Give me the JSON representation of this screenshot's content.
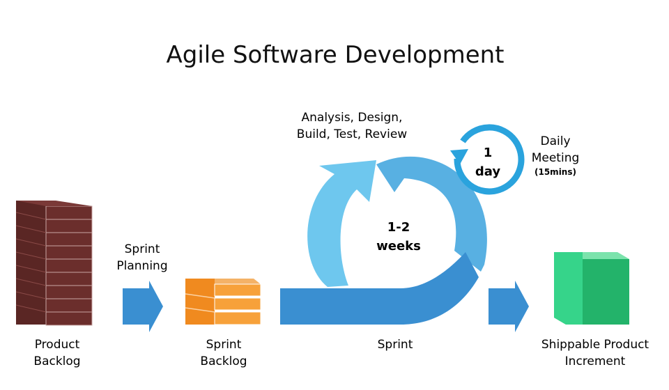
{
  "title": "Agile Software Development",
  "steps": {
    "product_backlog": [
      "Product",
      "Backlog"
    ],
    "sprint_planning": [
      "Sprint",
      "Planning"
    ],
    "sprint_backlog": [
      "Sprint",
      "Backlog"
    ],
    "sprint": "Sprint",
    "shippable": [
      "Shippable Product",
      "Increment"
    ]
  },
  "cycle": {
    "activities": [
      "Analysis, Design,",
      "Build, Test, Review"
    ],
    "duration": [
      "1-2",
      "weeks"
    ]
  },
  "daily": {
    "cycle": [
      "1",
      "day"
    ],
    "label": [
      "Daily",
      "Meeting"
    ],
    "sub": "(15mins)"
  },
  "colors": {
    "backlog_front": "#6b2e2c",
    "backlog_side": "#4a1f1e",
    "arrow_blue": "#3a8fd1",
    "sprint_backlog": "#f7a13a",
    "cycle_light": "#6ec7ee",
    "cycle_mid": "#58b0e2",
    "daily": "#2aa3dd",
    "increment": "#36d48a"
  }
}
